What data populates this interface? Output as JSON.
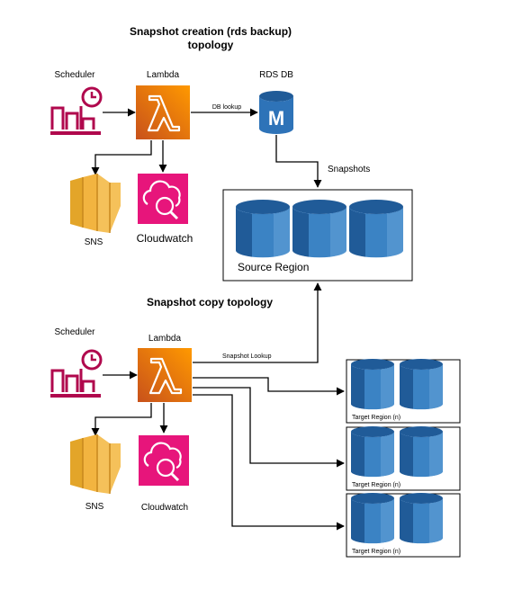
{
  "diagram": {
    "creation_title_line1": "Snapshot creation (rds backup)",
    "creation_title_line2": "topology",
    "copy_title": "Snapshot copy topology",
    "top": {
      "scheduler_label": "Scheduler",
      "lambda_label": "Lambda",
      "rds_label": "RDS DB",
      "rds_glyph": "M",
      "db_lookup_label": "DB lookup",
      "sns_label": "SNS",
      "cloudwatch_label": "Cloudwatch",
      "snapshots_label": "Snapshots",
      "source_region_label": "Source Region"
    },
    "bottom": {
      "scheduler_label": "Scheduler",
      "lambda_label": "Lambda",
      "snapshot_lookup_label": "Snapshot Lookup",
      "sns_label": "SNS",
      "cloudwatch_label": "Cloudwatch",
      "target_regions": [
        {
          "label": "Target Region (n)"
        },
        {
          "label": "Target Region (n)"
        },
        {
          "label": "Target Region (n)"
        }
      ]
    },
    "colors": {
      "scheduler": "#b0084d",
      "lambda_light": "#f78e04",
      "lambda_dark": "#d05c17",
      "sns": "#f2b440",
      "sns_dark": "#c8881e",
      "cloudwatch": "#e7157b",
      "db_blue": "#2e73b8",
      "db_dark": "#205b98",
      "db_light": "#5294cf"
    },
    "icons": {
      "scheduler": "scheduler-icon",
      "lambda": "lambda-icon",
      "rds": "rds-icon",
      "sns": "sns-icon",
      "cloudwatch": "cloudwatch-icon",
      "database": "database-icon"
    }
  }
}
